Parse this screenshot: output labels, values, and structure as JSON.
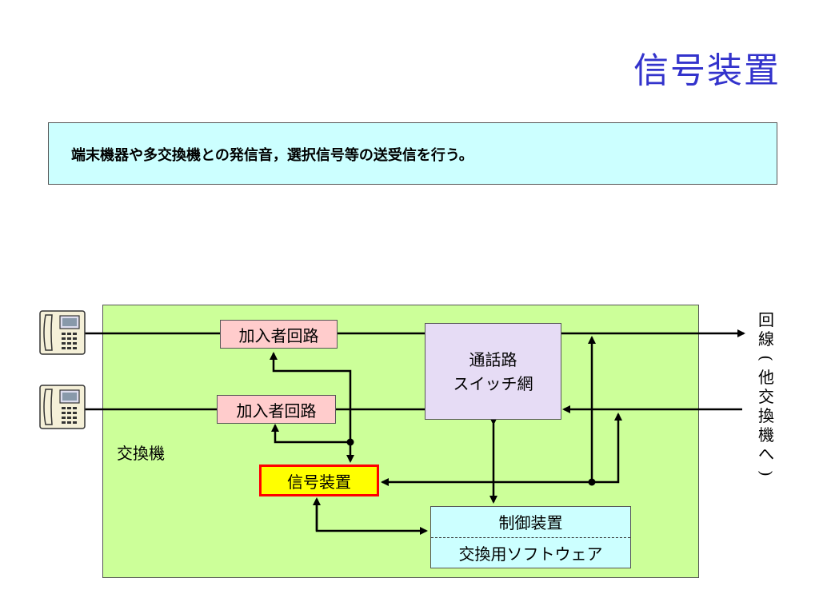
{
  "title": "信号装置",
  "description": "端末機器や多交換機との発信音，選択信号等の送受信を行う。",
  "diagram": {
    "exchange_label": "交換機",
    "subscriber_circuit_1": "加入者回路",
    "subscriber_circuit_2": "加入者回路",
    "switch_network_line1": "通話路",
    "switch_network_line2": "スイッチ網",
    "signal_device": "信号装置",
    "control_device": "制御装置",
    "exchange_software": "交換用ソフトウェア",
    "trunk_label": [
      "回",
      "線",
      "(",
      "他",
      "交",
      "換",
      "機",
      "へ",
      ")"
    ]
  },
  "colors": {
    "title": "#3333cc",
    "exchange_bg": "#ccff99",
    "subscriber_bg": "#ffcccc",
    "signal_bg": "#ffff00",
    "signal_border": "#ff0000",
    "switch_bg": "#e6dcf5",
    "control_bg": "#ccffff"
  },
  "icons": [
    "telephone-icon",
    "telephone-icon"
  ]
}
